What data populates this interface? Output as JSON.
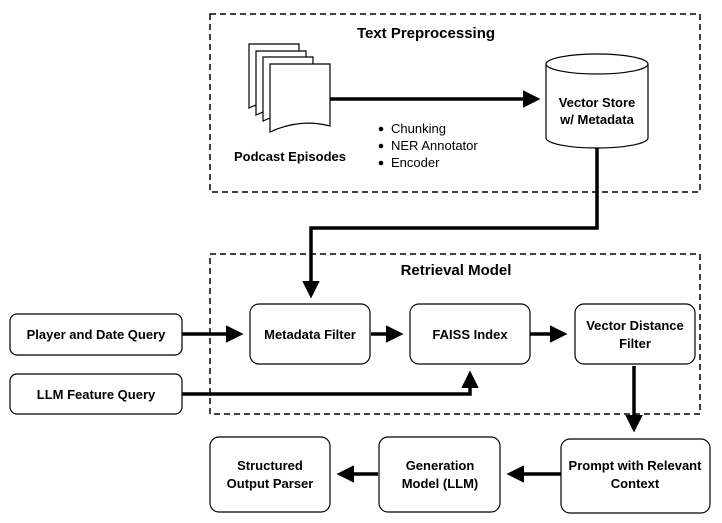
{
  "groups": {
    "text_preprocessing": "Text Preprocessing",
    "retrieval_model": "Retrieval Model"
  },
  "nodes": {
    "podcast_episodes": "Podcast Episodes",
    "vector_store_1": "Vector Store",
    "vector_store_2": "w/ Metadata",
    "player_date_query": "Player and Date Query",
    "llm_feature_query": "LLM Feature Query",
    "metadata_filter": "Metadata Filter",
    "faiss_index": "FAISS Index",
    "vector_distance_filter_1": "Vector Distance",
    "vector_distance_filter_2": "Filter",
    "prompt_1": "Prompt with Relevant",
    "prompt_2": "Context",
    "generation_model_1": "Generation",
    "generation_model_2": "Model (LLM)",
    "structured_output_1": "Structured",
    "structured_output_2": "Output Parser"
  },
  "preprocessing_steps": [
    "Chunking",
    "NER Annotator",
    "Encoder"
  ]
}
